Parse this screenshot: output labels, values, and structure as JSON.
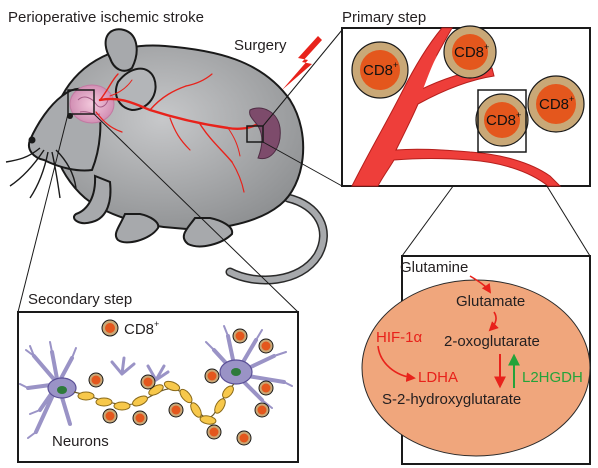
{
  "title": "Perioperative ischemic stroke",
  "surgery_label": "Surgery",
  "primary_step": {
    "title": "Primary step",
    "cell_label": "CD8",
    "cell_sup": "+"
  },
  "secondary_step": {
    "title": "Secondary step",
    "legend_label": "CD8",
    "legend_sup": "+",
    "neurons_label": "Neurons"
  },
  "metabolism": {
    "glutamine": "Glutamine",
    "glutamate": "Glutamate",
    "oxoglutarate": "2-oxoglutarate",
    "hif": "HIF-1α",
    "ldha": "LDHA",
    "l2hgdh": "L2HGDH",
    "s2hg": "S-2-hydroxyglutarate"
  },
  "colors": {
    "vessel_red": "#ee3e3a",
    "cell_outer": "#c9a877",
    "cell_inner": "#e4571d",
    "ellipse_fill": "#f0a67c",
    "rat_body": "#a7a9ac",
    "neuron": "#9a93c6",
    "axon_yellow": "#f7c84b",
    "arrow_red": "#e8221b",
    "arrow_green": "#24a33a",
    "spleen": "#7d4b6b"
  }
}
